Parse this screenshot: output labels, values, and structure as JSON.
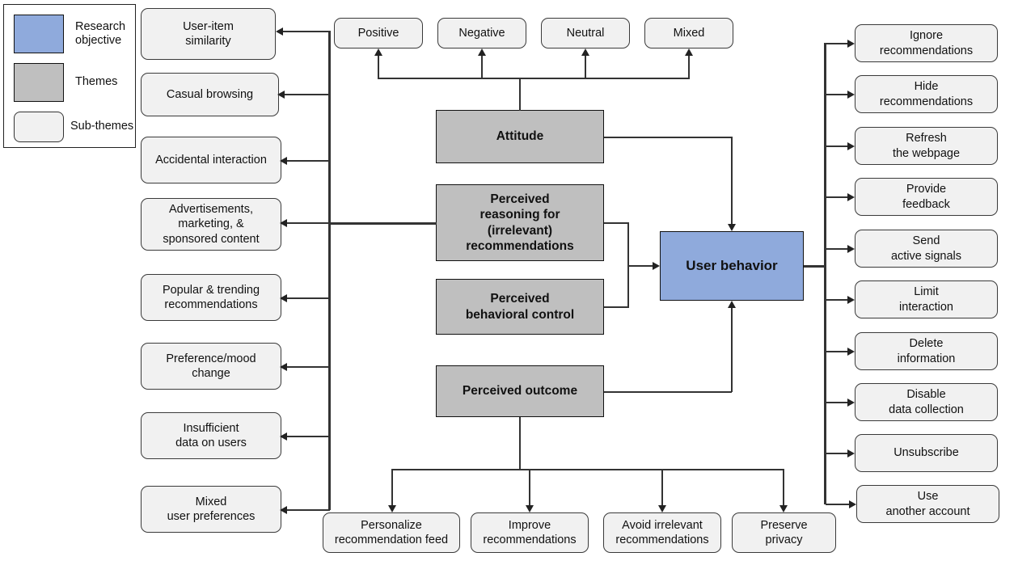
{
  "legend": {
    "items": [
      {
        "label": "Research\nobjective",
        "color": "#8FAADC",
        "shape": "rect"
      },
      {
        "label": "Themes",
        "color": "#BFBFBF",
        "shape": "rect"
      },
      {
        "label": "Sub-themes",
        "color": "#F1F1F1",
        "shape": "rounded"
      }
    ]
  },
  "colors": {
    "objective": "#8FAADC",
    "theme": "#BFBFBF",
    "subtheme": "#F1F1F1",
    "line": "#333333",
    "border": "#3A3A3A"
  },
  "attitude_valence": {
    "items": [
      {
        "label": "Positive"
      },
      {
        "label": "Negative"
      },
      {
        "label": "Neutral"
      },
      {
        "label": "Mixed"
      }
    ]
  },
  "themes": {
    "items": [
      {
        "label": "Attitude"
      },
      {
        "label": "Perceived\nreasoning for\n(irrelevant)\nrecommendations"
      },
      {
        "label": "Perceived\nbehavioral control"
      },
      {
        "label": "Perceived outcome"
      }
    ]
  },
  "objective": {
    "label": "User behavior"
  },
  "reasoning_subthemes": {
    "items": [
      {
        "label": "User-item\nsimilarity"
      },
      {
        "label": "Casual browsing"
      },
      {
        "label": "Accidental interaction"
      },
      {
        "label": "Advertisements,\nmarketing, &\nsponsored content"
      },
      {
        "label": "Popular & trending\nrecommendations"
      },
      {
        "label": "Preference/mood\nchange"
      },
      {
        "label": "Insufficient\ndata on users"
      },
      {
        "label": "Mixed\nuser preferences"
      }
    ]
  },
  "behavior_subthemes": {
    "items": [
      {
        "label": "Ignore\nrecommendations"
      },
      {
        "label": "Hide\nrecommendations"
      },
      {
        "label": "Refresh\nthe webpage"
      },
      {
        "label": "Provide\nfeedback"
      },
      {
        "label": "Send\nactive signals"
      },
      {
        "label": "Limit\ninteraction"
      },
      {
        "label": "Delete\ninformation"
      },
      {
        "label": "Disable\ndata collection"
      },
      {
        "label": "Unsubscribe"
      },
      {
        "label": "Use\nanother account"
      }
    ]
  },
  "outcome_subthemes": {
    "items": [
      {
        "label": "Personalize\nrecommendation  feed"
      },
      {
        "label": "Improve\nrecommendations"
      },
      {
        "label": "Avoid irrelevant\nrecommendations"
      },
      {
        "label": "Preserve\nprivacy"
      }
    ]
  }
}
